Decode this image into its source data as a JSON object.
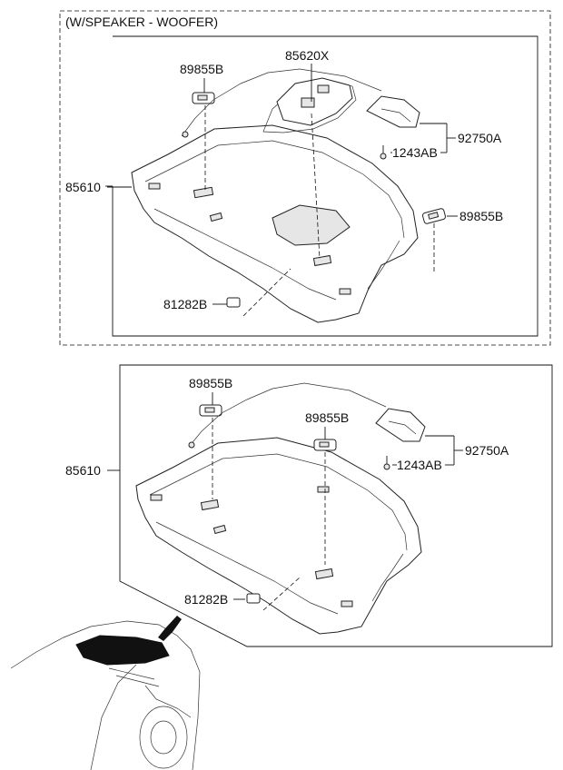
{
  "diagram": {
    "variant_title": "(W/SPEAKER - WOOFER)",
    "top": {
      "label_85620X": "85620X",
      "label_89855B_a": "89855B",
      "label_89855B_b": "89855B",
      "label_92750A": "92750A",
      "label_1243AB": "1243AB",
      "label_85610": "85610",
      "label_81282B": "81282B"
    },
    "bottom": {
      "label_89855B_a": "89855B",
      "label_89855B_b": "89855B",
      "label_92750A": "92750A",
      "label_1243AB": "1243AB",
      "label_85610": "85610",
      "label_81282B": "81282B"
    }
  }
}
